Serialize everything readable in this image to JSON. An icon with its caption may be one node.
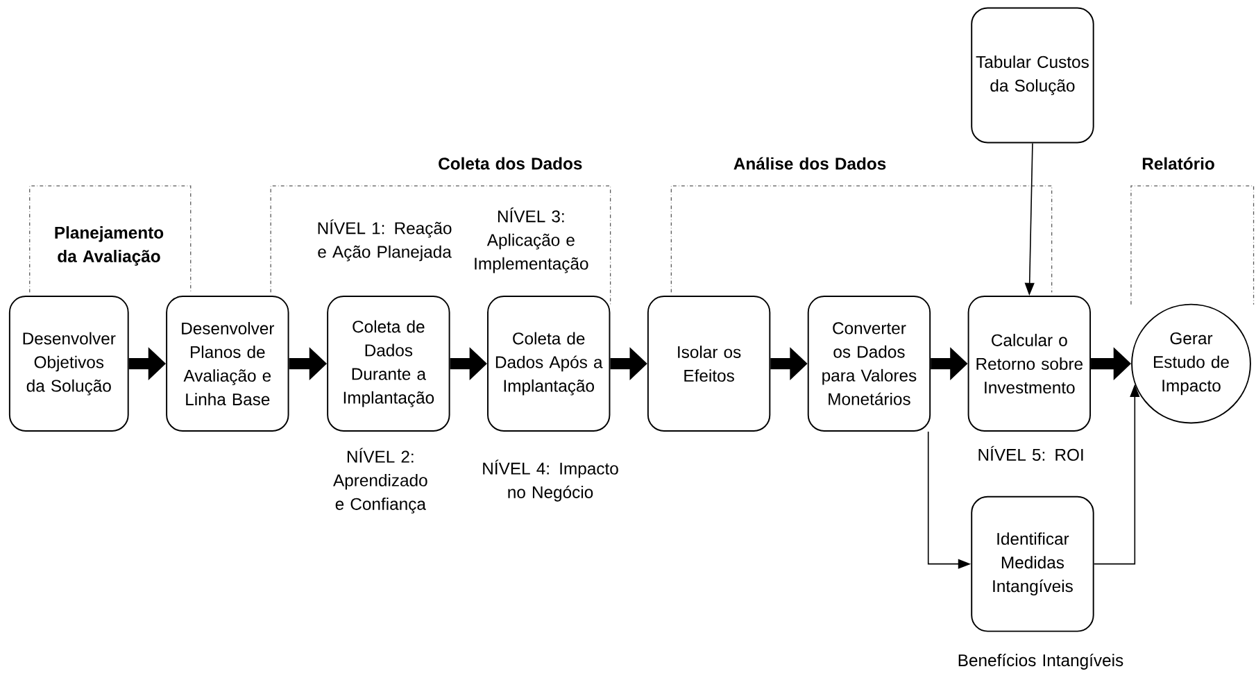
{
  "diagram": {
    "nodes": [
      {
        "text": [
          "Desenvolver Objetivos da Solução"
        ]
      },
      {
        "text": [
          "Desenvolver Planos de Avaliação e Linha Base"
        ]
      },
      {
        "text": [
          "Coleta de Dados Durante a Implantação"
        ],
        "beside": [
          "NÍVEL 1: Reação e Ação Planejada",
          "NÍVEL 2: Aprendizado e Confiança"
        ]
      },
      {
        "text": [
          "Coleta de Dados Após a Implantação"
        ],
        "beside": [
          "NÍVEL 3: Aplicação e Implementação",
          "NÍVEL 4: Impacto no Negócio"
        ]
      },
      {
        "text": [
          "Isolar os Efeitos"
        ]
      },
      {
        "text": [
          "Converter os Dados para Valores Monetários"
        ]
      },
      {
        "text": [
          "Calcular o Retorno sobre Investmento"
        ],
        "beside": [
          "NÍVEL 5: ROI"
        ]
      },
      {
        "text": [
          "Gerar Estudo de Impacto"
        ]
      },
      {
        "text": [
          "Tabular Custos da Solução"
        ]
      },
      {
        "text": [
          "Identificar Medidas Intangíveis"
        ],
        "beside": [
          "Benefícios Intangíveis"
        ]
      }
    ],
    "edges": [
      {
        "from": 0,
        "to": 1,
        "arrow": "to"
      },
      {
        "from": 1,
        "to": 2,
        "arrow": "to"
      },
      {
        "from": 2,
        "to": 3,
        "arrow": "to"
      },
      {
        "from": 3,
        "to": 4,
        "arrow": "to"
      },
      {
        "from": 4,
        "to": 5,
        "arrow": "to"
      },
      {
        "from": 5,
        "to": 6,
        "arrow": "to"
      },
      {
        "from": 6,
        "to": 7,
        "arrow": "to"
      },
      {
        "from": 8,
        "to": 6,
        "arrow": "to"
      },
      {
        "from": 5,
        "to": 9,
        "arrow": "to"
      },
      {
        "from": 9,
        "to": 7,
        "arrow": "to"
      }
    ],
    "labels": [
      "Coleta dos Dados",
      "Análise dos Dados",
      "Relatório",
      "Planejamento da Avaliação"
    ]
  }
}
